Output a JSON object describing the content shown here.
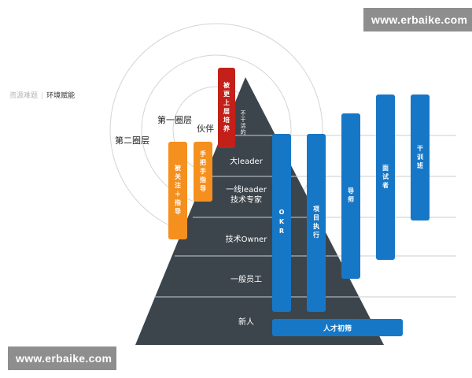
{
  "watermark": "www.erbaike.com",
  "breadcrumb": {
    "parent": "资源难题",
    "separator": "|",
    "current": "环境赋能"
  },
  "rings": {
    "first": "第一圈层",
    "second": "第二圈层",
    "partner": "伙伴"
  },
  "levels": [
    "大leader",
    "一线leader\n技术专家",
    "技术Owner",
    "一般员工",
    "新人"
  ],
  "note": "不干活的",
  "bars": {
    "red": "被更上层培养",
    "orange_mentor": "手把手指导",
    "orange_attention": "被关注＋指导",
    "okr": "OKR",
    "project": "项目执行",
    "mentor": "导师",
    "interviewer": "面试者",
    "cadre": "干训班",
    "onboarding": "人才初筛"
  },
  "colors": {
    "pyramid": "#3c454b",
    "blue": "#1677c7",
    "orange": "#f5901e",
    "red": "#c4201a"
  }
}
